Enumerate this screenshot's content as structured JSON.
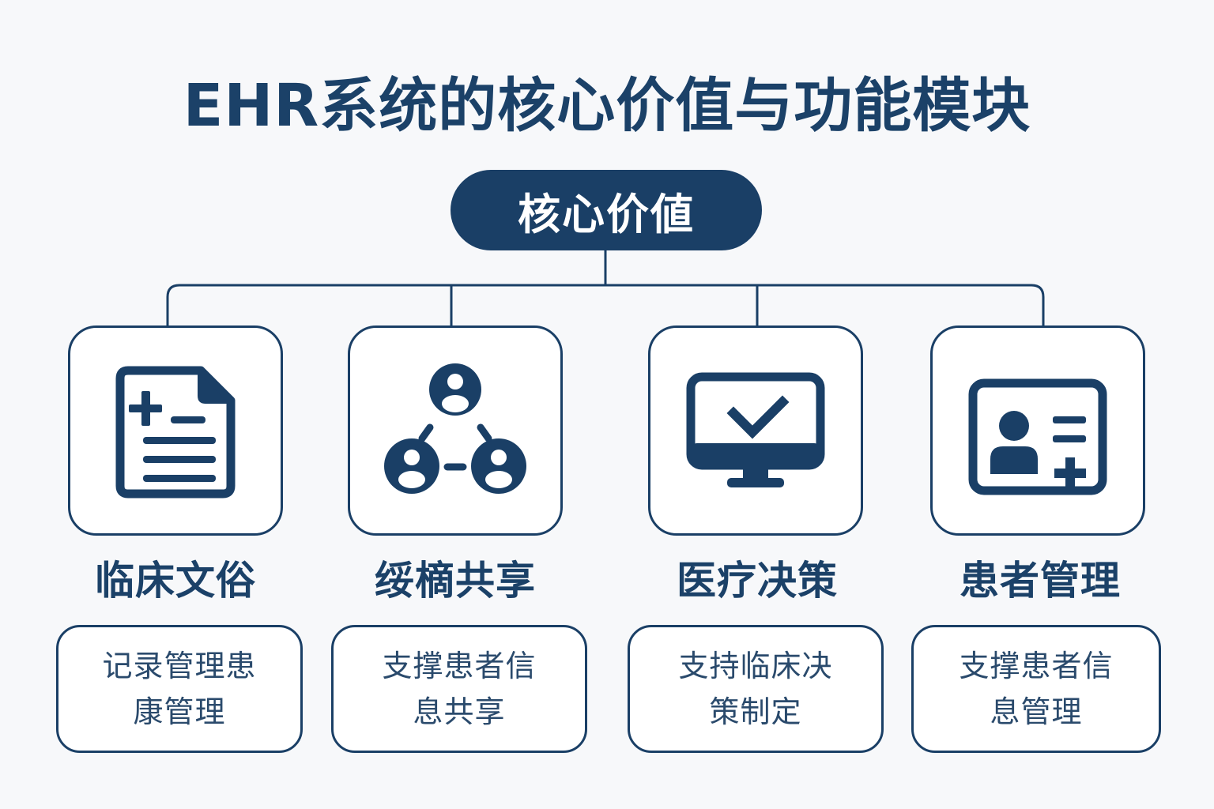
{
  "title": "EHR系统的核心价值与功能模块",
  "root": {
    "label": "核心价値"
  },
  "colors": {
    "primary": "#1a3f66",
    "title": "#1b4168",
    "background": "#f7f8fa",
    "card_fill": "#ffffff"
  },
  "modules": [
    {
      "label": "临床文俗",
      "icon": "medical-document-icon",
      "desc_line1": "记录管理患",
      "desc_line2": "康管理"
    },
    {
      "label": "绥樀共享",
      "icon": "user-network-icon",
      "desc_line1": "支撑患者信",
      "desc_line2": "息共享"
    },
    {
      "label": "医疗决策",
      "icon": "monitor-check-icon",
      "desc_line1": "支持临床决",
      "desc_line2": "策制定"
    },
    {
      "label": "患者管理",
      "icon": "patient-id-card-icon",
      "desc_line1": "支撑患者信",
      "desc_line2": "息管理"
    }
  ]
}
